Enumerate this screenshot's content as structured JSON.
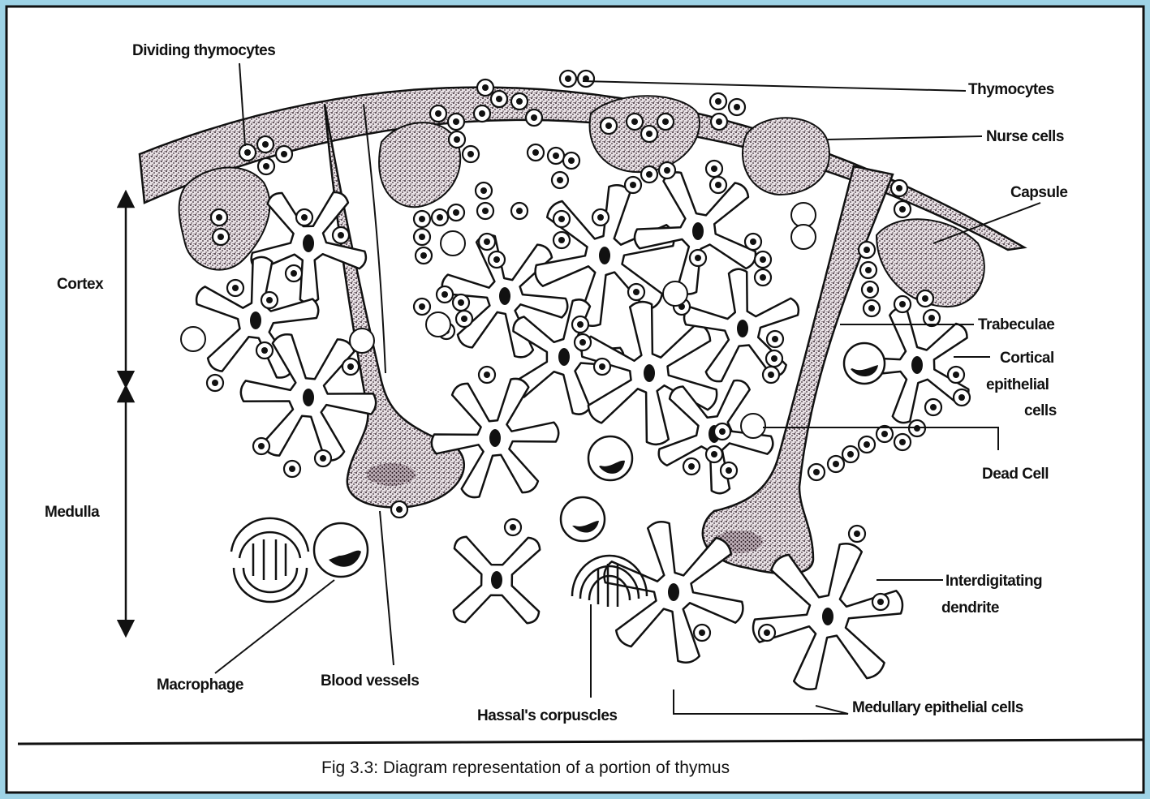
{
  "colors": {
    "frame": "#9ed3e6",
    "ink": "#111111",
    "stipple": "#6a5a62",
    "background": "#ffffff"
  },
  "labels": {
    "dividing_thymocytes": "Dividing thymocytes",
    "thymocytes": "Thymocytes",
    "nurse_cells": "Nurse cells",
    "capsule": "Capsule",
    "cortex": "Cortex",
    "medulla": "Medulla",
    "trabeculae": "Trabeculae",
    "cortical_1": "Cortical",
    "cortical_2": "epithelial",
    "cortical_3": "cells",
    "dead_cell": "Dead Cell",
    "interdigitating_1": "Interdigitating",
    "interdigitating_2": "dendrite",
    "macrophage": "Macrophage",
    "blood_vessels": "Blood vessels",
    "hassals": "Hassal's corpuscles",
    "medullary": "Medullary epithelial cells"
  },
  "caption": "Fig 3.3: Diagram representation of a portion of thymus"
}
